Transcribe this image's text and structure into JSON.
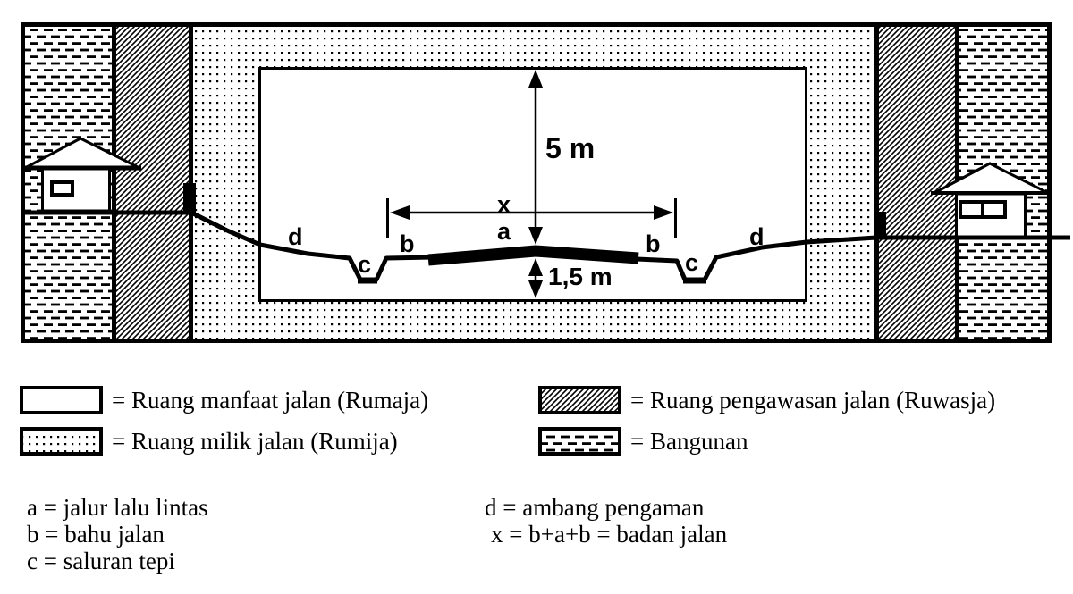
{
  "colors": {
    "ink": "#000000",
    "paper": "#ffffff"
  },
  "diagram": {
    "dimensions": {
      "height_upper": "5 m",
      "height_lower": "1,5 m",
      "width_symbol": "x"
    },
    "part_labels": {
      "a": "a",
      "b_left": "b",
      "b_right": "b",
      "c_left": "c",
      "c_right": "c",
      "d_left": "d",
      "d_right": "d"
    }
  },
  "legend": {
    "items": [
      {
        "id": "rumaja",
        "pattern": "plain",
        "label": "= Ruang manfaat jalan (Rumaja)"
      },
      {
        "id": "rumija",
        "pattern": "dots",
        "label": "= Ruang milik jalan (Rumija)"
      },
      {
        "id": "ruwasja",
        "pattern": "hatch",
        "label": "= Ruang pengawasan jalan (Ruwasja)"
      },
      {
        "id": "bangunan",
        "pattern": "dashes",
        "label": "= Bangunan"
      }
    ]
  },
  "definitions": [
    "a = jalur lalu lintas",
    "b = bahu jalan",
    "c = saluran tepi",
    "d = ambang pengaman",
    "x = b+a+b = badan jalan"
  ]
}
